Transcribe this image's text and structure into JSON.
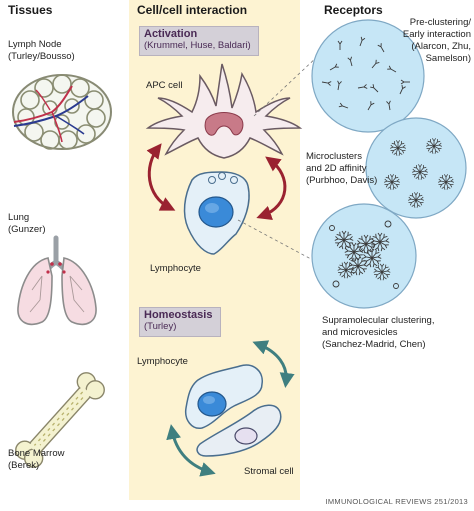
{
  "columns": {
    "tissues": "Tissues",
    "interaction": "Cell/cell interaction",
    "receptors": "Receptors"
  },
  "tissues": {
    "lymph_node": [
      "Lymph Node",
      "(Turley/Bousso)"
    ],
    "lung": [
      "Lung",
      "(Gunzer)"
    ],
    "bone_marrow": [
      "Bone Marrow",
      "(Berek)"
    ]
  },
  "activation": {
    "title": "Activation",
    "authors": "(Krummel, Huse, Baldari)",
    "apc_label": "APC cell",
    "lymphocyte_label": "Lymphocyte"
  },
  "homeostasis": {
    "title": "Homeostasis",
    "authors": "(Turley)",
    "lymphocyte_label": "Lymphocyte",
    "stromal_label": "Stromal cell"
  },
  "receptors": {
    "pre_clustering": [
      "Pre-clustering/",
      "Early interaction",
      "(Alarcon, Zhu,",
      "Samelson)"
    ],
    "microclusters": [
      "Microclusters",
      "and 2D affinity",
      "(Purbhoo, Davis)"
    ],
    "supramolecular": [
      "Supramolecular clustering,",
      "and microvesicles",
      "(Sanchez-Madrid, Chen)"
    ]
  },
  "footer": "IMMUNOLOGICAL REVIEWS 251/2013",
  "colors": {
    "panel": "#fdf3d2",
    "box": "#d4d0d8",
    "cell_fill": "#e4f0f8",
    "cell_stroke": "#4a6e8e",
    "nucleus": "#3a8ad8",
    "arrow_red": "#9a2230",
    "arrow_teal": "#3f7f80",
    "receptor_circle": "#c6e6f6"
  }
}
